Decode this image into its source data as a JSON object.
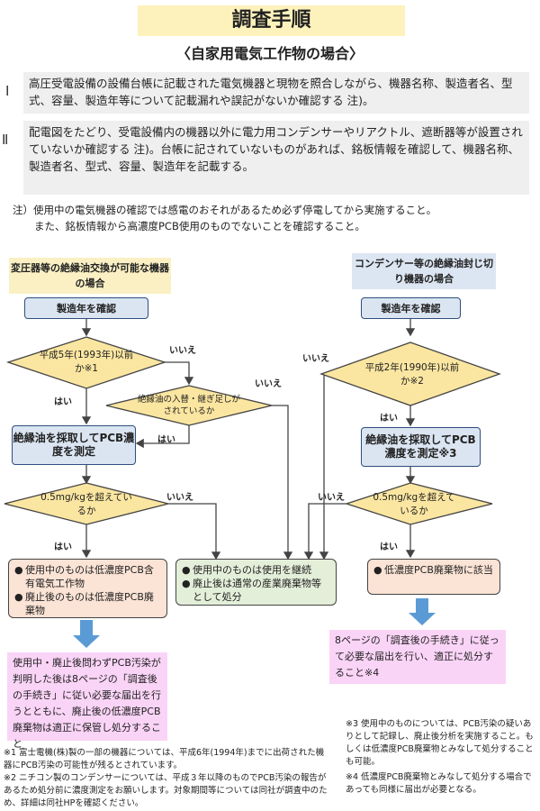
{
  "title": "調査手順",
  "subtitle": "〈自家用電気工作物の場合〉",
  "steps": [
    {
      "no": "Ⅰ",
      "text": "高圧受電設備の設備台帳に記載された電気機器と現物を照合しながら、機器名称、製造者名、型式、容量、製造年等について記載漏れや誤記がないか確認する 注)。"
    },
    {
      "no": "Ⅱ",
      "text": "配電図をたどり、受電設備内の機器以外に電力用コンデンサーやリアクトル、遮断器等が設置されていないか確認する 注)。台帳に記されていないものがあれば、銘板情報を確認して、機器名称、製造者名、型式、容量、製造年を記載する。"
    }
  ],
  "note": {
    "line1": "注）使用中の電気機器の確認では感電のおそれがあるため必ず停電してから実施すること。",
    "line2": "また、銘板情報から高濃度PCB使用のものでないことを確認すること。"
  },
  "left_header": "変圧器等の絶縁油交換が可能な機器の場合",
  "right_header": "コンデンサー等の絶縁油封じ切り機器の場合",
  "flow": {
    "mfg_year": "製造年を確認",
    "q_h5": "平成5年(1993年)以前か※1",
    "q_refill": "絶縁油の入替・継ぎ足しがされているか",
    "sample_left": "絶縁油を採取してPCB濃度を測定",
    "q_conc_left": "0.5mg/kgを超えているか",
    "q_h2": "平成2年(1990年)以前か※2",
    "sample_right": "絶縁油を採取してPCB濃度を測定※3",
    "q_conc_right": "0.5mg/kgを超えているか",
    "yes": "はい",
    "no": "いいえ"
  },
  "results": {
    "left": [
      "使用中のものは低濃度PCB含有電気工作物",
      "廃止後のものは低濃度PCB廃棄物"
    ],
    "middle": [
      "使用中のものは使用を継続",
      "廃止後は通常の産業廃棄物等として処分"
    ],
    "right": [
      "低濃度PCB廃棄物に該当"
    ]
  },
  "action_left": "使用中・廃止後問わずPCB汚染が判明した後は8ページの「調査後の手続き」に従い必要な届出を行うとともに、廃止後の低濃度PCB廃棄物は適正に保管し処分すること",
  "action_right": "8ページの「調査後の手続き」に従って必要な届出を行い、適正に処分すること※4",
  "footnotes": {
    "fn1": "※1 富士電機(株)製の一部の機器については、平成6年(1994年)までに出荷された機器にPCB汚染の可能性が残るとされています。",
    "fn2": "※2 ニチコン製のコンデンサーについては、平成３年以降のものでPCB汚染の報告があるため処分前に濃度測定をお願いします。対象期間等については同社が調査中のため、詳細は同社HPを確認ください。",
    "fn3": "※3 使用中のものについては、PCB汚染の疑いありとして記録し、廃止後分析を実施すること。もしくは低濃度PCB廃棄物とみなして処分することも可能。",
    "fn4": "※4 低濃度PCB廃棄物とみなして処分する場合であっても同様に届出が必要となる。"
  },
  "colors": {
    "title_bg": "#fdf2bb",
    "step_bg": "#efefef",
    "blue_node": "#dbe5f1",
    "diamond": "#fbe6a1",
    "peach": "#fbe3d5",
    "green": "#e3efd9",
    "pink": "#fad4f7",
    "arrow": "#5b9bd5"
  }
}
